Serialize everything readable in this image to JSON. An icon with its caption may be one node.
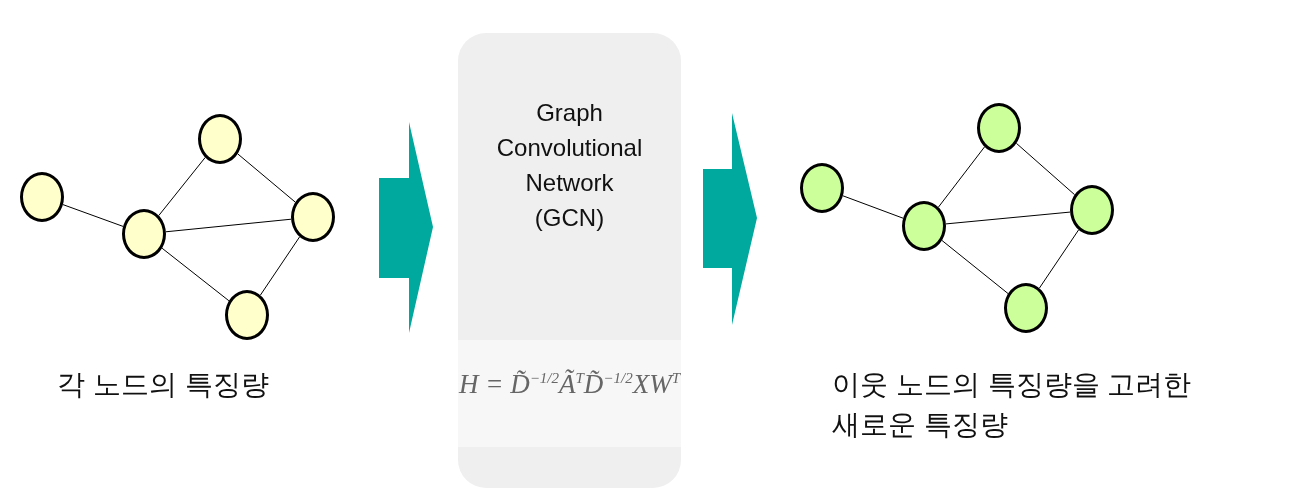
{
  "diagram": {
    "nodes": [
      {
        "text": [],
        "shape": "circle"
      },
      {
        "text": [],
        "shape": "circle"
      },
      {
        "text": [],
        "shape": "circle"
      },
      {
        "text": [],
        "shape": "circle"
      },
      {
        "text": [],
        "shape": "circle"
      },
      {
        "text": [
          "Graph Convolutional Network (GCN)",
          "H = D̃$^{−1/2}$Ã$^{T}$D̃$^{−1/2}$XW$^{T}$"
        ]
      },
      {
        "text": [],
        "shape": "circle"
      },
      {
        "text": [],
        "shape": "circle"
      },
      {
        "text": [],
        "shape": "circle"
      },
      {
        "text": [],
        "shape": "circle"
      },
      {
        "text": [],
        "shape": "circle"
      }
    ],
    "edges": [
      {
        "from": 0,
        "to": 2,
        "arrow": "none"
      },
      {
        "from": 2,
        "to": 1,
        "arrow": "none"
      },
      {
        "from": 1,
        "to": 3,
        "arrow": "none"
      },
      {
        "from": 2,
        "to": 3,
        "arrow": "none"
      },
      {
        "from": 2,
        "to": 4,
        "arrow": "none"
      },
      {
        "from": 4,
        "to": 3,
        "arrow": "none"
      },
      {
        "from": null,
        "to": 5,
        "arrow": "to",
        "style": "thick",
        "color": "#00a99d"
      },
      {
        "from": 5,
        "to": null,
        "arrow": "to",
        "style": "thick",
        "color": "#00a99d"
      },
      {
        "from": 6,
        "to": 8,
        "arrow": "none"
      },
      {
        "from": 8,
        "to": 7,
        "arrow": "none"
      },
      {
        "from": 7,
        "to": 9,
        "arrow": "none"
      },
      {
        "from": 8,
        "to": 9,
        "arrow": "none"
      },
      {
        "from": 8,
        "to": 10,
        "arrow": "none"
      },
      {
        "from": 10,
        "to": 9,
        "arrow": "none"
      }
    ],
    "labels": [
      "각 노드의 특징량",
      "이웃 노드의 특징량을 고려한 새로운 특징량"
    ]
  }
}
